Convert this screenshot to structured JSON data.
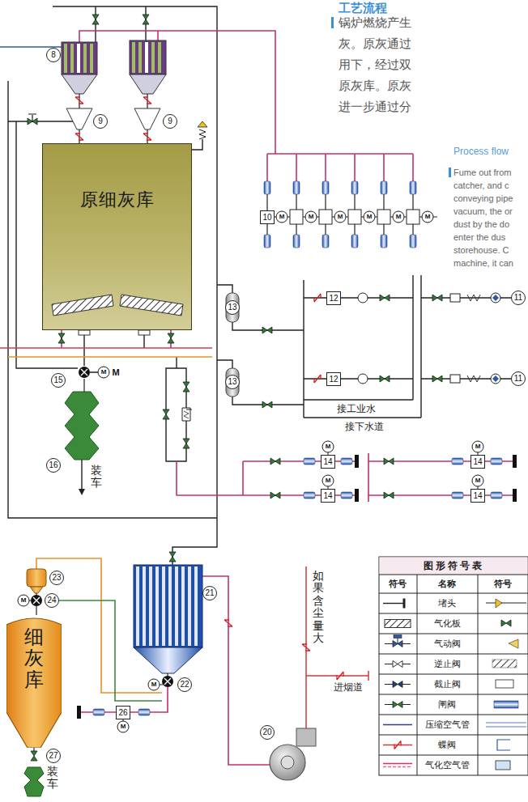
{
  "diagram": {
    "nodes": [
      {
        "text": [
          "原细灰库"
        ]
      },
      {
        "text": [
          "细灰库"
        ]
      }
    ],
    "labels": [
      "工艺流程",
      "锅炉燃烧产生",
      "灰。原灰通过",
      "用下，经过双",
      "原灰库。原灰",
      "进一步通过分",
      "Process flow",
      "Fume out from",
      "catcher, and c",
      "conveying pipe",
      "vacuum, the or",
      "dust by the do",
      "enter the dus",
      "storehouse. C",
      "machine, it can",
      "8",
      "9",
      "9",
      "10",
      "M",
      "M",
      "M",
      "M",
      "M",
      "M",
      "11",
      "11",
      "12",
      "12",
      "13",
      "13",
      "接工业水",
      "接下水道",
      "14",
      "M",
      "14",
      "M",
      "14",
      "M",
      "14",
      "M",
      "15",
      "M",
      "M",
      "16",
      "装车",
      "如果含尘量大",
      "进烟道",
      "21",
      "22",
      "M",
      "23",
      "24",
      "M",
      "26",
      "M",
      "20",
      "27",
      "装车",
      "图形符号表",
      "符号",
      "名称",
      "符号"
    ],
    "legend": [
      {
        "text": "堵头"
      },
      {
        "text": "气化板"
      },
      {
        "text": "气动阀"
      },
      {
        "text": "逆止阀"
      },
      {
        "text": "截止阀"
      },
      {
        "text": "闸阀"
      },
      {
        "text": "压缩空气管"
      },
      {
        "text": "蝶阀"
      },
      {
        "text": "气化空气管"
      }
    ]
  }
}
